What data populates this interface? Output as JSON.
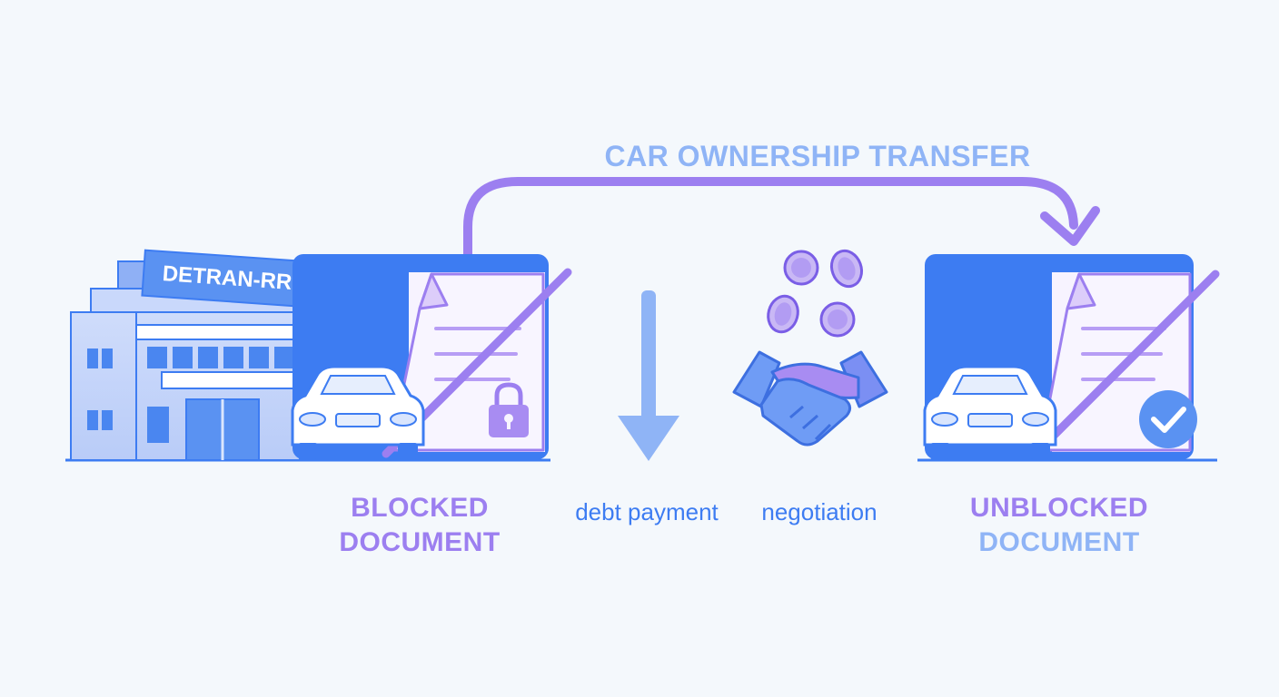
{
  "title": "CAR OWNERSHIP TRANSFER",
  "building_sign": "DETRAN-RR",
  "labels": {
    "blocked_line1": "BLOCKED",
    "blocked_line2": "DOCUMENT",
    "debt_payment": "debt payment",
    "negotiation": "negotiation",
    "unblocked_line1": "UNBLOCKED",
    "unblocked_line2": "DOCUMENT"
  },
  "colors": {
    "blue": "#3d7cf2",
    "light_blue": "#8fb4f6",
    "purple": "#9c7ff0",
    "light_purple": "#c9b8f5",
    "background": "#f4f8fc"
  },
  "icons": [
    "building-icon",
    "car-icon",
    "document-icon",
    "padlock-icon",
    "down-arrow-icon",
    "coins-icon",
    "handshake-icon",
    "checkmark-icon",
    "curved-arrow-icon"
  ]
}
